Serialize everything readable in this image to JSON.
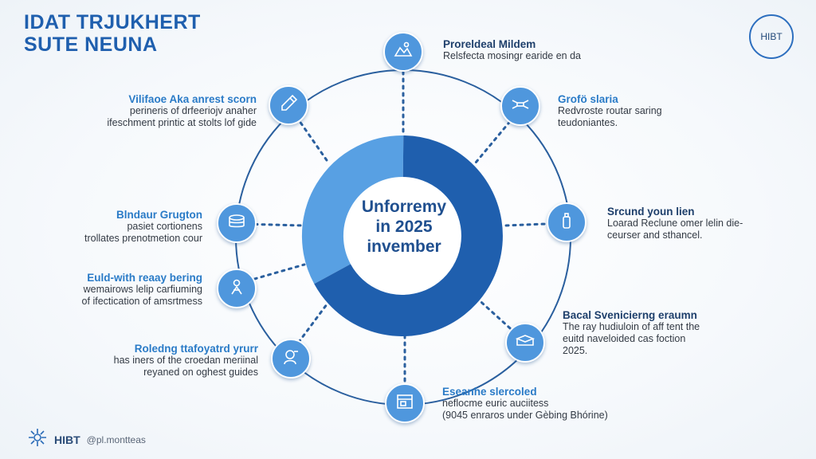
{
  "title": {
    "line1": "IDAT TRJUKHERT",
    "line2": "SUTE NEUNA"
  },
  "badge": "HIBT",
  "center": {
    "line1": "Unforremy",
    "line2": "in 2025",
    "line3": "invember"
  },
  "colors": {
    "primary": "#1f5fae",
    "node": "#4f97dd",
    "ring_light": "#4f97dd",
    "ring_dark": "#1f5fae"
  },
  "nodes": [
    {
      "icon": "map-pin-icon",
      "heading": "Proreldeal Mildem",
      "lines": [
        "Relsfecta mosingr earide en da"
      ]
    },
    {
      "icon": "drone-icon",
      "heading": "Grofö slaria",
      "lines": [
        "Redvroste routar saring",
        "teudoniantes."
      ]
    },
    {
      "icon": "bottle-icon",
      "heading": "Srcund youn lien",
      "lines": [
        "Loarad Reclune omer lelin die-",
        "ceurser and sthancel."
      ]
    },
    {
      "icon": "card-icon",
      "heading": "Bacal Svenicierng eraumn",
      "lines": [
        "The ray hudiuloin of aff tent the",
        "euitd naveloided cas foction",
        "2025."
      ]
    },
    {
      "icon": "browser-window-icon",
      "heading": "Eseanhe slercoled",
      "lines": [
        "neflocme euric auciitess",
        "(9045 enraros under Gèbing Bhórine)"
      ]
    },
    {
      "icon": "person-tag-icon",
      "heading": "Roledng ttafoyatrd yrurr",
      "lines": [
        "has iners of the croedan meriinal",
        "reyaned on oghest guides"
      ]
    },
    {
      "icon": "user-shield-icon",
      "heading": "Euld-with reaay bering",
      "lines": [
        "wemairows lelip carfiuming",
        "of ifectication of amsrtmess"
      ]
    },
    {
      "icon": "coins-stack-icon",
      "heading": "Blndaur Grugton",
      "lines": [
        "pasiet cortionens",
        "trollates prenotmetion cour"
      ]
    },
    {
      "icon": "pen-icon",
      "heading": "Vilifaoe Aka anrest scorn",
      "lines": [
        "perineris of drfeeriojv anaher",
        "ifeschment printic at stolts lof gide"
      ]
    }
  ],
  "footer": {
    "brand": "HIBT",
    "handle": "@pl.montteas"
  }
}
